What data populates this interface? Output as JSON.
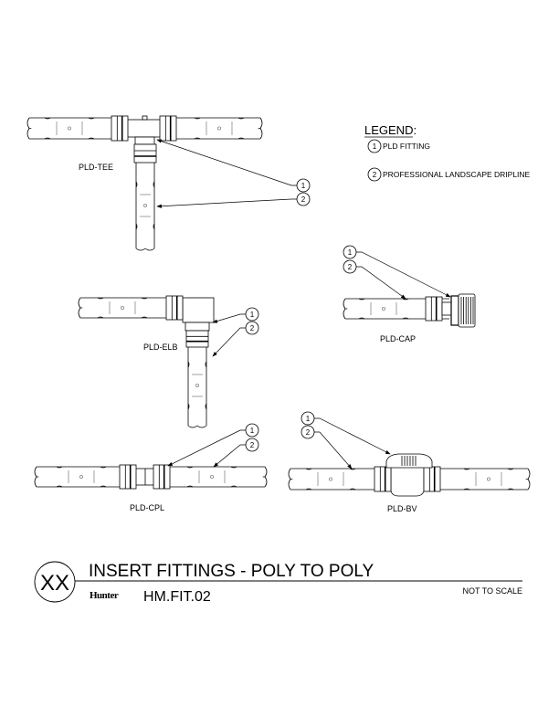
{
  "legend": {
    "title": "LEGEND:",
    "items": [
      {
        "number": "1",
        "text": "PLD FITTING"
      },
      {
        "number": "2",
        "text": "PROFESSIONAL LANDSCAPE DRIPLINE"
      }
    ]
  },
  "details": {
    "tee": {
      "label": "PLD-TEE"
    },
    "elbow": {
      "label": "PLD-ELB"
    },
    "cap": {
      "label": "PLD-CAP"
    },
    "coupling": {
      "label": "PLD-CPL"
    },
    "valve": {
      "label": "PLD-BV"
    }
  },
  "callouts": {
    "one": "1",
    "two": "2"
  },
  "title_block": {
    "detail_number": "XX",
    "title": "INSERT FITTINGS - POLY TO POLY",
    "brand": "Hunter",
    "drawing_id": "HM.FIT.02",
    "scale_note": "NOT TO SCALE"
  }
}
